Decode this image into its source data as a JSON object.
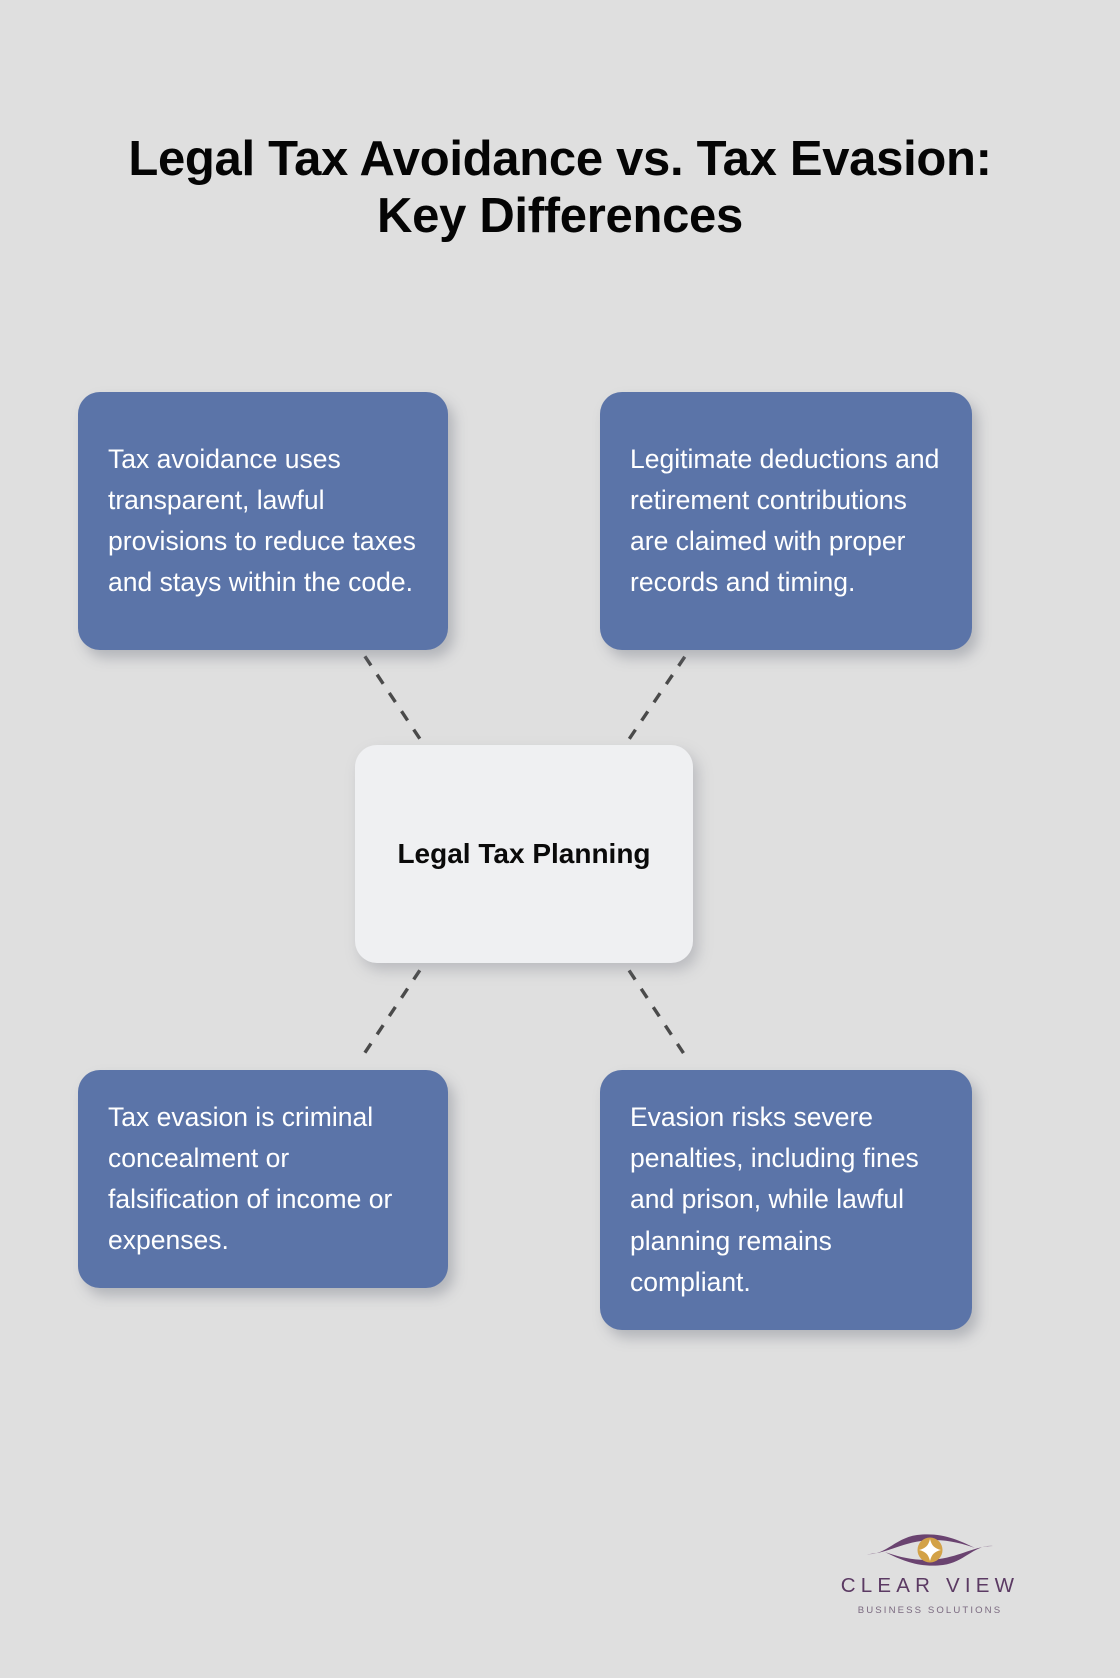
{
  "title": "Legal Tax Avoidance vs. Tax Evasion: Key Differences",
  "center": {
    "label": "Legal Tax Planning"
  },
  "nodes": [
    {
      "id": "top-left",
      "text": "Tax avoidance uses transparent, lawful provisions to reduce taxes and stays within the code."
    },
    {
      "id": "top-right",
      "text": "Legitimate deductions and retirement contributions are claimed with proper records and timing."
    },
    {
      "id": "bottom-left",
      "text": "Tax evasion is criminal concealment or falsification of income or expenses."
    },
    {
      "id": "bottom-right",
      "text": "Evasion risks severe penalties, including fines and prison, while lawful planning remains compliant."
    }
  ],
  "logo": {
    "name": "CLEAR VIEW",
    "tagline": "BUSINESS SOLUTIONS",
    "mark_icon": "eye-star-icon"
  },
  "colors": {
    "background": "#dfdfdf",
    "node_fill": "#5b74a8",
    "node_text": "#ffffff",
    "center_fill": "#eff0f2",
    "center_text": "#0a0a0a",
    "title_text": "#050505",
    "connector": "#4a4a4a",
    "logo_purple": "#5b3a63",
    "logo_gold": "#d3a247"
  }
}
